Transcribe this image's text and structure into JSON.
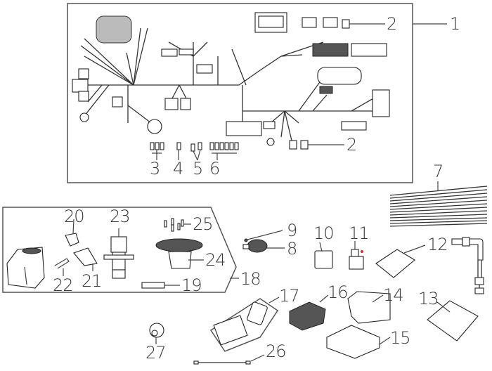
{
  "diagram": {
    "title": "Electrical parts exploded view",
    "callouts": [
      {
        "id": "1",
        "label": "1",
        "part": "main-wiring-harness"
      },
      {
        "id": "2a",
        "label": "2",
        "part": "relay-upper"
      },
      {
        "id": "2b",
        "label": "2",
        "part": "relay-lower"
      },
      {
        "id": "3",
        "label": "3",
        "part": "connector-set-3"
      },
      {
        "id": "4",
        "label": "4",
        "part": "connector-single"
      },
      {
        "id": "5",
        "label": "5",
        "part": "connector-set-2"
      },
      {
        "id": "6",
        "label": "6",
        "part": "connector-set-6"
      },
      {
        "id": "7",
        "label": "7",
        "part": "wire-bundle"
      },
      {
        "id": "8",
        "label": "8",
        "part": "horn"
      },
      {
        "id": "9",
        "label": "9",
        "part": "horn-bolt"
      },
      {
        "id": "10",
        "label": "10",
        "part": "relay-block"
      },
      {
        "id": "11",
        "label": "11",
        "part": "starter-relay"
      },
      {
        "id": "12",
        "label": "12",
        "part": "cdi-unit"
      },
      {
        "id": "13",
        "label": "13",
        "part": "ecu"
      },
      {
        "id": "14",
        "label": "14",
        "part": "battery"
      },
      {
        "id": "15",
        "label": "15",
        "part": "battery-tray"
      },
      {
        "id": "16",
        "label": "16",
        "part": "regulator-rectifier"
      },
      {
        "id": "17",
        "label": "17",
        "part": "fuse-box"
      },
      {
        "id": "18",
        "label": "18",
        "part": "ignition-switch-assembly"
      },
      {
        "id": "19",
        "label": "19",
        "part": "switch-bracket"
      },
      {
        "id": "20",
        "label": "20",
        "part": "switch-knob"
      },
      {
        "id": "21",
        "label": "21",
        "part": "switch-contact"
      },
      {
        "id": "22",
        "label": "22",
        "part": "retaining-clip"
      },
      {
        "id": "23",
        "label": "23",
        "part": "switch-body"
      },
      {
        "id": "24",
        "label": "24",
        "part": "switch-housing"
      },
      {
        "id": "25",
        "label": "25",
        "part": "screws"
      },
      {
        "id": "26",
        "label": "26",
        "part": "ground-cable"
      },
      {
        "id": "27",
        "label": "27",
        "part": "resistor-cap"
      }
    ]
  }
}
